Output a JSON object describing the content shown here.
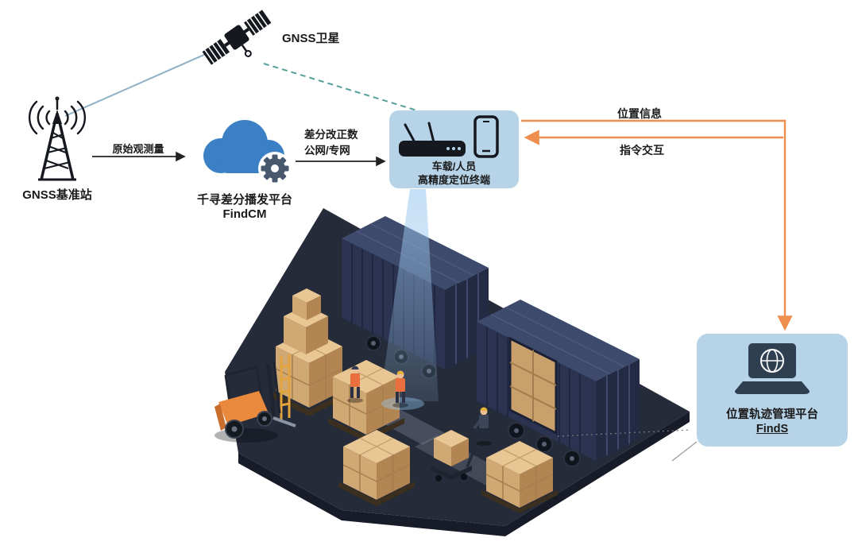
{
  "nodes": {
    "satellite": {
      "label": "GNSS卫星"
    },
    "base_station": {
      "label": "GNSS基准站"
    },
    "cloud": {
      "title": "千寻差分播发平台",
      "subtitle": "FindCM"
    },
    "terminal": {
      "line1": "车载/人员",
      "line2": "高精度定位终端"
    },
    "platform": {
      "title": "位置轨迹管理平台",
      "subtitle": "FindS"
    }
  },
  "links": {
    "base_to_cloud": {
      "label": "原始观测量"
    },
    "cloud_to_terminal": {
      "line1": "差分改正数",
      "line2": "公网/专网"
    },
    "position_info": {
      "label": "位置信息"
    },
    "command": {
      "label": "指令交互"
    }
  },
  "icons": {
    "satellite": "satellite-icon",
    "base_station": "antenna-tower-icon",
    "cloud": "cloud-gear-icon",
    "terminal_receiver": "gnss-receiver-icon",
    "terminal_phone": "smartphone-icon",
    "platform_laptop": "laptop-globe-icon"
  },
  "colors": {
    "panel_blue": "#b7d3e8",
    "arrow_orange": "#ef8f4f",
    "satellite_link_teal": "#55a09b",
    "station_link_blue": "#8fb0c6",
    "cloud_blue": "#3b7fc4",
    "gear_slate": "#47586f",
    "container_navy": "#2b3350",
    "carton_tan": "#e6c08d",
    "forklift_orange": "#e8893c",
    "ink": "#1a1a1a"
  }
}
